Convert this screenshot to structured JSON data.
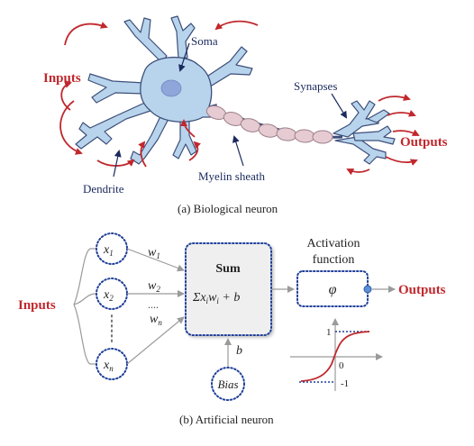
{
  "biological": {
    "soma": "Soma",
    "inputs": "Inputs",
    "dendrite": "Dendrite",
    "myelin": "Myelin sheath",
    "synapses": "Synapses",
    "outputs": "Outputs",
    "caption": "(a) Biological neuron"
  },
  "artificial": {
    "inputs": "Inputs",
    "x1_base": "x",
    "x1_sub": "1",
    "x2_base": "x",
    "x2_sub": "2",
    "xn_base": "x",
    "xn_sub": "n",
    "w1_base": "w",
    "w1_sub": "1",
    "w2_base": "w",
    "w2_sub": "2",
    "wn_base": "w",
    "wn_sub": "n",
    "dots": "....",
    "sum_title": "Sum",
    "sum_sigma": "Σx",
    "sum_i1": "i",
    "sum_w": "w",
    "sum_i2": "i",
    "sum_tail": " + b",
    "b_label": "b",
    "bias": "Bias",
    "activation_line1": "Activation",
    "activation_line2": "function",
    "phi": "φ",
    "outputs": "Outputs",
    "plot_one": "1",
    "plot_zero": "0",
    "plot_neg_one": "-1",
    "caption": "(b) Artificial neuron"
  },
  "colors": {
    "red": "#c0282d",
    "navy": "#1b2a5e",
    "neuron_fill": "#b8d4ec",
    "neuron_stroke": "#3d4f7a",
    "myelin": "#e7cbd3",
    "dotted_node": "#1f3f9a"
  }
}
